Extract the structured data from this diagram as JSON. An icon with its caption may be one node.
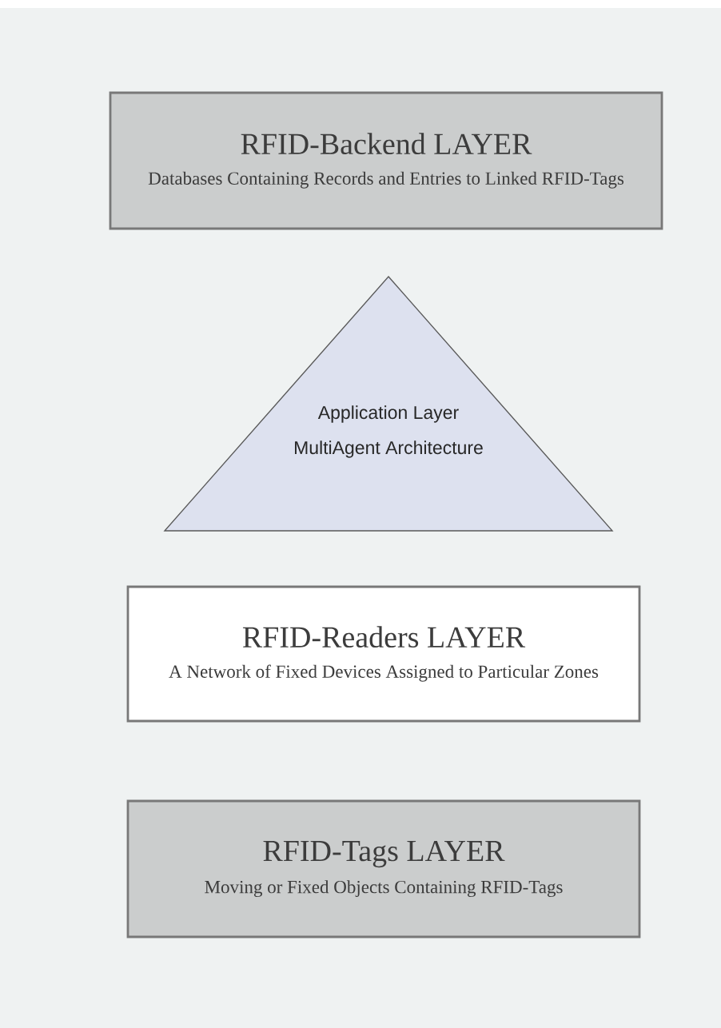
{
  "diagram": {
    "nodes": [
      {
        "text": [
          "RFID-Backend  LAYER",
          "Databases Containing Records and Entries to Linked RFID-Tags"
        ]
      },
      {
        "text": [
          "Application Layer",
          "MultiAgent Architecture"
        ]
      },
      {
        "text": [
          "RFID-Readers  LAYER",
          "A Network of Fixed Devices Assigned to Particular Zones"
        ]
      },
      {
        "text": [
          "RFID-Tags LAYER",
          "Moving or Fixed Objects Containing RFID-Tags"
        ]
      }
    ]
  }
}
